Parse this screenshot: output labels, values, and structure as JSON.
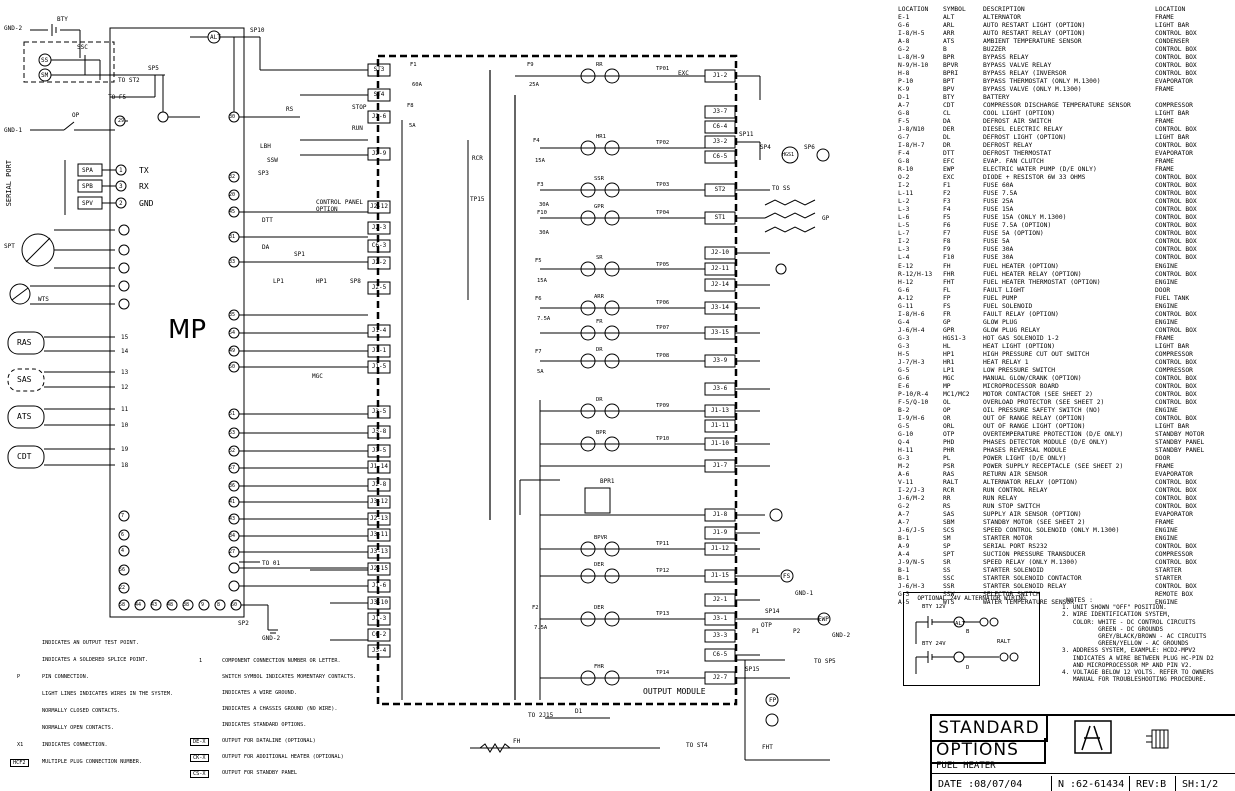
{
  "legend": {
    "headers": [
      "LOCATION",
      "SYMBOL",
      "DESCRIPTION",
      "LOCATION"
    ],
    "rows": [
      [
        "E-1",
        "ALT",
        "ALTERNATOR",
        "FRAME"
      ],
      [
        "G-6",
        "ARL",
        "AUTO RESTART LIGHT (OPTION)",
        "LIGHT BAR"
      ],
      [
        "I-8/H-5",
        "ARR",
        "AUTO RESTART RELAY (OPTION)",
        "CONTROL BOX"
      ],
      [
        "A-8",
        "ATS",
        "AMBIENT TEMPERATURE SENSOR",
        "CONDENSER"
      ],
      [
        "G-2",
        "B",
        "BUZZER",
        "CONTROL BOX"
      ],
      [
        "L-8/H-9",
        "BPR",
        "BYPASS RELAY",
        "CONTROL BOX"
      ],
      [
        "N-9/H-10",
        "BPVR",
        "BYPASS VALVE RELAY",
        "CONTROL BOX"
      ],
      [
        "H-8",
        "BPRI",
        "BYPASS RELAY (INVERSOR",
        "CONTROL BOX"
      ],
      [
        "P-10",
        "BPT",
        "BYPASS THERMOSTAT  (ONLY M.1300)",
        "EVAPORATOR"
      ],
      [
        "K-9",
        "BPV",
        "BYPASS VALVE   (ONLY M.1300)",
        "FRAME"
      ],
      [
        "D-1",
        "BTY",
        "BATTERY",
        ""
      ],
      [
        "A-7",
        "CDT",
        "COMPRESSOR DISCHARGE TEMPERATURE SENSOR",
        "COMPRESSOR"
      ],
      [
        "G-8",
        "CL",
        "COOL LIGHT (OPTION)",
        "LIGHT BAR"
      ],
      [
        "F-5",
        "DA",
        "DEFROST AIR SWITCH",
        "FRAME"
      ],
      [
        "J-8/N10",
        "DER",
        "DIESEL ELECTRIC RELAY",
        "CONTROL BOX"
      ],
      [
        "G-7",
        "DL",
        "DEFROST LIGHT (OPTION)",
        "LIGHT BAR"
      ],
      [
        "I-8/H-7",
        "DR",
        "DEFROST RELAY",
        "CONTROL BOX"
      ],
      [
        "F-4",
        "DTT",
        "DEFROST THERMOSTAT",
        "EVAPORATOR"
      ],
      [
        "G-8",
        "EFC",
        "EVAP. FAN CLUTCH",
        "FRAME"
      ],
      [
        "R-10",
        "EWP",
        "ELECTRIC WATER PUMP (D/E ONLY)",
        "FRAME"
      ],
      [
        "O-2",
        "EXC",
        "DIODE + RESISTOR 6W 33 OHMS",
        "CONTROL BOX"
      ],
      [
        "I-2",
        "F1",
        "FUSE 60A",
        "CONTROL BOX"
      ],
      [
        "L-11",
        "F2",
        "FUSE 7.5A",
        "CONTROL BOX"
      ],
      [
        "L-2",
        "F3",
        "FUSE 25A",
        "CONTROL BOX"
      ],
      [
        "L-3",
        "F4",
        "FUSE 15A",
        "CONTROL BOX"
      ],
      [
        "L-6",
        "F5",
        "FUSE 15A  (ONLY M.1300)",
        "CONTROL BOX"
      ],
      [
        "L-5",
        "F6",
        "FUSE 7.5A (OPTION)",
        "CONTROL BOX"
      ],
      [
        "L-7",
        "F7",
        "FUSE 5A  (OPTION)",
        "CONTROL BOX"
      ],
      [
        "I-2",
        "F8",
        "FUSE 5A",
        "CONTROL BOX"
      ],
      [
        "L-3",
        "F9",
        "FUSE 30A",
        "CONTROL BOX"
      ],
      [
        "L-4",
        "F10",
        "FUSE 30A",
        "CONTROL BOX"
      ],
      [
        "E-12",
        "FH",
        "FUEL HEATER (OPTION)",
        "ENGINE"
      ],
      [
        "R-12/H-13",
        "FHR",
        "FUEL HEATER RELAY (OPTION)",
        "CONTROL BOX"
      ],
      [
        "H-12",
        "FHT",
        "FUEL HEATER THERMOSTAT (OPTION)",
        "ENGINE"
      ],
      [
        "G-6",
        "FL",
        "FAULT LIGHT",
        "DOOR"
      ],
      [
        "A-12",
        "FP",
        "FUEL PUMP",
        "FUEL TANK"
      ],
      [
        "G-11",
        "FS",
        "FUEL SOLENOID",
        "ENGINE"
      ],
      [
        "I-8/H-6",
        "FR",
        "FAULT RELAY (OPTION)",
        "CONTROL BOX"
      ],
      [
        "G-4",
        "GP",
        "GLOW PLUG",
        "ENGINE"
      ],
      [
        "J-6/H-4",
        "GPR",
        "GLOW PLUG RELAY",
        "CONTROL BOX"
      ],
      [
        "G-3",
        "HGS1-3",
        "HOT GAS SOLENOID 1-2",
        "FRAME"
      ],
      [
        "G-3",
        "HL",
        "HEAT LIGHT (OPTION)",
        "LIGHT BAR"
      ],
      [
        "H-5",
        "HP1",
        "HIGH PRESSURE CUT OUT SWITCH",
        "COMPRESSOR"
      ],
      [
        "J-7/H-3",
        "HR1",
        "HEAT RELAY 1",
        "CONTROL BOX"
      ],
      [
        "G-5",
        "LP1",
        "LOW PRESSURE SWITCH",
        "COMPRESSOR"
      ],
      [
        "G-6",
        "MGC",
        "MANUAL GLOW/CRANK (OPTION)",
        "CONTROL BOX"
      ],
      [
        "E-6",
        "MP",
        "MICROPROCESSOR BOARD",
        "CONTROL BOX"
      ],
      [
        "P-10/R-4",
        "MC1/MC2",
        "MOTOR CONTACTOR (SEE SHEET 2)",
        "CONTROL BOX"
      ],
      [
        "F-5/Q-10",
        "OL",
        "OVERLOAD PROTECTOR  (SEE SHEET 2)",
        "CONTROL BOX"
      ],
      [
        "B-2",
        "OP",
        "OIL PRESSURE SAFETY SWITCH (NO)",
        "ENGINE"
      ],
      [
        "I-9/H-6",
        "OR",
        "OUT OF RANGE RELAY (OPTION)",
        "CONTROL BOX"
      ],
      [
        "G-5",
        "ORL",
        "OUT OF RANGE LIGHT (OPTION)",
        "LIGHT BAR"
      ],
      [
        "G-10",
        "OTP",
        "OVERTEMPERATURE PROTECTION (D/E ONLY)",
        "STANDBY MOTOR"
      ],
      [
        "Q-4",
        "PHD",
        "PHASES DETECTOR MODULE (D/E ONLY)",
        "STANDBY PANEL"
      ],
      [
        "H-11",
        "PHR",
        "PHASES REVERSAL MODULE",
        "STANDBY PANEL"
      ],
      [
        "G-3",
        "PL",
        "POWER LIGHT (D/E ONLY)",
        "DOOR"
      ],
      [
        "M-2",
        "PSR",
        "POWER SUPPLY RECEPTACLE (SEE SHEET 2)",
        "FRAME"
      ],
      [
        "A-6",
        "RAS",
        "RETURN AIR SENSOR",
        "EVAPORATOR"
      ],
      [
        "V-11",
        "RALT",
        "ALTERNATOR RELAY (OPTION)",
        "CONTROL BOX"
      ],
      [
        "I-2/J-3",
        "RCR",
        "RUN CONTROL RELAY",
        "CONTROL BOX"
      ],
      [
        "J-6/M-2",
        "RR",
        "RUN RELAY",
        "CONTROL BOX"
      ],
      [
        "G-2",
        "RS",
        "RUN STOP SWITCH",
        "CONTROL BOX"
      ],
      [
        "A-7",
        "SAS",
        "SUPPLY AIR SENSOR (OPTION)",
        "EVAPORATOR"
      ],
      [
        "A-7",
        "SBM",
        "STANDBY MOTOR (SEE SHEET 2)",
        "FRAME"
      ],
      [
        "J-6/J-5",
        "SCS",
        "SPEED CONTROL SOLENOID (ONLY M.1300)",
        "ENGINE"
      ],
      [
        "B-1",
        "SM",
        "STARTER MOTOR",
        "ENGINE"
      ],
      [
        "A-9",
        "SP",
        "SERIAL PORT RS232",
        "CONTROL BOX"
      ],
      [
        "A-4",
        "SPT",
        "SUCTION PRESSURE TRANSDUCER",
        "COMPRESSOR"
      ],
      [
        "J-9/N-5",
        "SR",
        "SPEED RELAY (ONLY M.1300)",
        "CONTROL BOX"
      ],
      [
        "B-1",
        "SS",
        "STARTER SOLENOID",
        "STARTER"
      ],
      [
        "B-1",
        "SSC",
        "STARTER SOLENOID CONTACTOR",
        "STARTER"
      ],
      [
        "J-6/H-3",
        "SSR",
        "STARTER SOLENOID RELAY",
        "CONTROL BOX"
      ],
      [
        "G-3",
        "SSW",
        "SELECTOR SWITCH",
        "REMOTE BOX"
      ],
      [
        "A-5",
        "WTS",
        "WATER TEMPERATURE SENSOR",
        "ENGINE"
      ]
    ]
  },
  "alt_box": {
    "title": "OPTIONAL 24V ALTERNATOR WIRING",
    "bty12": "BTY 12V",
    "bty24": "BTY 24V",
    "ralt": "RALT",
    "alt": "ALT",
    "b": "B",
    "d": "D"
  },
  "notes": {
    "title": "NOTES :",
    "items": [
      "1. UNIT SHOWN \"OFF\" POSITION.",
      "2. WIRE IDENTIFICATION SYSTEM,\n   COLOR: WHITE - DC CONTROL CIRCUITS\n          GREEN - DC GROUNDS\n          GREY/BLACK/BROWN - AC CIRCUITS\n          GREEN/YELLOW - AC GROUNDS",
      "3. ADDRESS SYSTEM, EXAMPLE: HCD2-MPV2\n   INDICATES A WIRE BETWEEN PLUG HC-PIN D2\n   AND MICROPROCESSOR MP AND PIN V2.",
      "4. VOLTAGE BELOW 12 VOLTS. REFER TO OWNERS\n   MANUAL FOR TROUBLESHOOTING PROCEDURE."
    ]
  },
  "title_block": {
    "standard": "STANDARD",
    "options": "OPTIONS",
    "subtitle": "FUEL HEATER",
    "date": "DATE :08/07/04",
    "number": "N :62-61434",
    "rev": "REV:B",
    "sheet": "SH:1/2"
  },
  "symbol_key": {
    "items": [
      "INDICATES AN OUTPUT TEST POINT.",
      "INDICATES A SOLDERED SPLICE POINT.",
      "PIN CONNECTION.",
      "LIGHT LINES INDICATES WIRES IN THE SYSTEM.",
      "NORMALLY CLOSED CONTACTS.",
      "NORMALLY OPEN CONTACTS.",
      "INDICATES CONNECTION.",
      "MULTIPLE PLUG CONNECTION NUMBER."
    ],
    "items2": [
      "COMPONENT CONNECTION NUMBER OR LETTER.",
      "SWITCH SYMBOL INDICATES MOMENTARY CONTACTS.",
      "INDICATES A WIRE GROUND.",
      "INDICATES A CHASSIS GROUND (NO WIRE).",
      "INDICATES STANDARD OPTIONS.",
      "OUTPUT FOR DATALINE (OPTIONAL)",
      "OUTPUT FOR ADDITIONAL HEATER (OPTIONAL)",
      "OUTPUT FOR STANDBY PANEL"
    ],
    "tags2": [
      "DE-X",
      "CK-X",
      "CS-X"
    ],
    "tag_hcf": "HCF2",
    "tag_x1": "X1",
    "tag_1": "1",
    "tag_p": "P"
  },
  "mp": {
    "label": "MP",
    "left_pins": [
      "29",
      "30",
      "32",
      "20",
      "45",
      "31",
      "33",
      "35",
      "54",
      "49",
      "50",
      "51",
      "53",
      "52",
      "57",
      "36",
      "41",
      "43",
      "34",
      "27"
    ],
    "bottom_pins": [
      "58",
      "44",
      "43",
      "48",
      "38",
      "9",
      "8",
      "60"
    ],
    "side_pins": [
      "7",
      "6",
      "4",
      "56",
      "22"
    ]
  },
  "serial": {
    "label": "SERIAL PORT",
    "ports": [
      [
        "SPA",
        "1",
        "TX"
      ],
      [
        "SPB",
        "3",
        "RX"
      ],
      [
        "SPV",
        "2",
        "GND"
      ]
    ]
  },
  "sensors": [
    "RAS",
    "SAS",
    "ATS",
    "CDT"
  ],
  "sensor_pins": [
    [
      "15",
      "14"
    ],
    [
      "13",
      "12"
    ],
    [
      "11",
      "10"
    ],
    [
      "19",
      "18"
    ]
  ],
  "top_labels": {
    "gnd2": "GND-2",
    "bty": "BTY",
    "ssc": "SSC",
    "ss": "SS",
    "sm": "SM",
    "sp5": "SP5",
    "to_st2": "TO ST2",
    "to_f5": "TO F5",
    "gnd1": "GND-1",
    "op": "OP",
    "alt": "ALT",
    "sp10": "SP10",
    "spt": "SPT",
    "wts": "WTS",
    "rs": "RS",
    "stop": "STOP",
    "run": "RUN",
    "ssw": "SSW",
    "lbh": "LBH",
    "sp3": "SP3",
    "control_panel": "CONTROL PANEL OPTION",
    "dtt": "DTT",
    "da": "DA",
    "sp1": "SP1",
    "lp1": "LP1",
    "hp1": "HP1",
    "sp8": "SP8",
    "mgc": "MGC",
    "rcr": "RCR",
    "tp15": "TP15",
    "to_01": "TO 01",
    "gnd2b": "GND-2",
    "sp2": "SP2",
    "output_module": "OUTPUT MODULE"
  },
  "module_plugs": [
    "ST3",
    "ST4",
    "J2-6",
    "J2-9",
    "J2-12",
    "J2-3",
    "C6-3",
    "J2-2",
    "J2-5",
    "J1-4",
    "J1-1",
    "J1-5",
    "J3-5",
    "J3-8",
    "J3-5",
    "J1-14",
    "J2-8",
    "J3-12",
    "J2-13",
    "J3-11",
    "J3-13",
    "J2-15",
    "J1-6",
    "J3-10",
    "J1-3",
    "C6-2",
    "J3-4",
    "C6-1"
  ],
  "right_plugs": [
    "J1-2",
    "J3-7",
    "C6-4",
    "J3-2",
    "C6-5",
    "ST2",
    "ST1",
    "J2-10",
    "J2-11",
    "J2-14",
    "J3-14",
    "J3-15",
    "J3-9",
    "J3-6",
    "J1-13",
    "J1-11",
    "J1-10",
    "J1-7",
    "J1-8",
    "J1-9",
    "J1-12",
    "J1-15",
    "J2-1",
    "J3-1",
    "J3-3",
    "C6-5",
    "J2-7"
  ],
  "fuses": [
    "F1",
    "F8",
    "F9",
    "F4",
    "F10",
    "F3",
    "F5",
    "F6",
    "F7",
    "F2"
  ],
  "fuse_vals": [
    "60A",
    "5A",
    "25A",
    "15A",
    "30A",
    "30A",
    "15A",
    "7.5A",
    "5A",
    "7.5A"
  ],
  "tps": [
    "TP01",
    "TP02",
    "TP03",
    "TP04",
    "TP05",
    "TP06",
    "TP07",
    "TP08",
    "TP09",
    "TP10",
    "TP11",
    "TP12",
    "TP13",
    "TP14"
  ],
  "relays": [
    "RR",
    "HR1",
    "SSR",
    "GPR",
    "SR",
    "ARR",
    "FR",
    "DR",
    "DR",
    "BPR",
    "BPVR",
    "DER",
    "DER",
    "FHR"
  ],
  "misc": {
    "exc": "EXC",
    "to_ss": "TO SS",
    "gp": "GP",
    "bpr1": "BPR1",
    "fh": "FH",
    "fht": "FHT",
    "to_2j15": "TO 2J15",
    "to_st4": "TO ST4",
    "d1": "D1",
    "ewp": "EWP",
    "gnd1b": "GND-1",
    "gnd2c": "GND-2",
    "to_sp5": "TO SP5",
    "sp15": "SP15",
    "sp14": "SP14",
    "otp": "OTP",
    "p1": "P1",
    "p2": "P2",
    "fs": "FS",
    "fp": "FP",
    "sp11": "SP11",
    "sp4": "SP4",
    "sp6": "SP6",
    "hgs": "HGS1"
  }
}
